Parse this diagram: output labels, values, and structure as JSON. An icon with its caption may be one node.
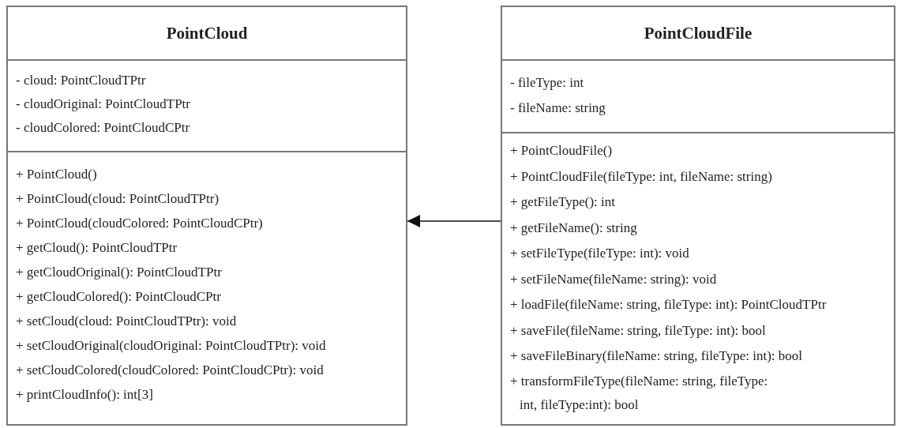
{
  "diagram": {
    "nodes": [
      {
        "text": [
          "PointCloud"
        ]
      },
      {
        "text": [
          "- cloud: PointCloudTPtr",
          "- cloudOriginal: PointCloudTPtr",
          "- cloudColored: PointCloudCPtr"
        ],
        "in": 0
      },
      {
        "text": [
          "+ PointCloud()",
          "+ PointCloud(cloud: PointCloudTPtr)",
          "+ PointCloud(cloudColored: PointCloudCPtr)",
          "+ getCloud(): PointCloudTPtr",
          "+ getCloudOriginal(): PointCloudTPtr",
          "+ getCloudColored(): PointCloudCPtr",
          "+ setCloud(cloud: PointCloudTPtr): void",
          "+ setCloudOriginal(cloudOriginal: PointCloudTPtr): void",
          "+ setCloudColored(cloudColored: PointCloudCPtr): void",
          "+ printCloudInfo(): int[3]"
        ],
        "in": 0
      },
      {
        "text": [
          "PointCloudFile"
        ]
      },
      {
        "text": [
          "- fileType: int",
          "- fileName: string"
        ],
        "in": 3
      },
      {
        "text": [
          "+ PointCloudFile()",
          "+ PointCloudFile(fileType: int, fileName: string)",
          "+ getFileType(): int",
          "+ getFileName(): string",
          "+ setFileType(fileType: int): void",
          "+ setFileName(fileName: string): void",
          "+ loadFile(fileName: string, fileType: int): PointCloudTPtr",
          "+ saveFile(fileName: string, fileType: int): bool",
          "+ saveFileBinary(fileName: string, fileType: int): bool",
          "+ transformFileType(fileName: string, fileType: int, fileType:int): bool"
        ],
        "in": 3
      }
    ],
    "edges": [
      {
        "from": 3,
        "to": 0,
        "arrow": "to"
      }
    ]
  }
}
